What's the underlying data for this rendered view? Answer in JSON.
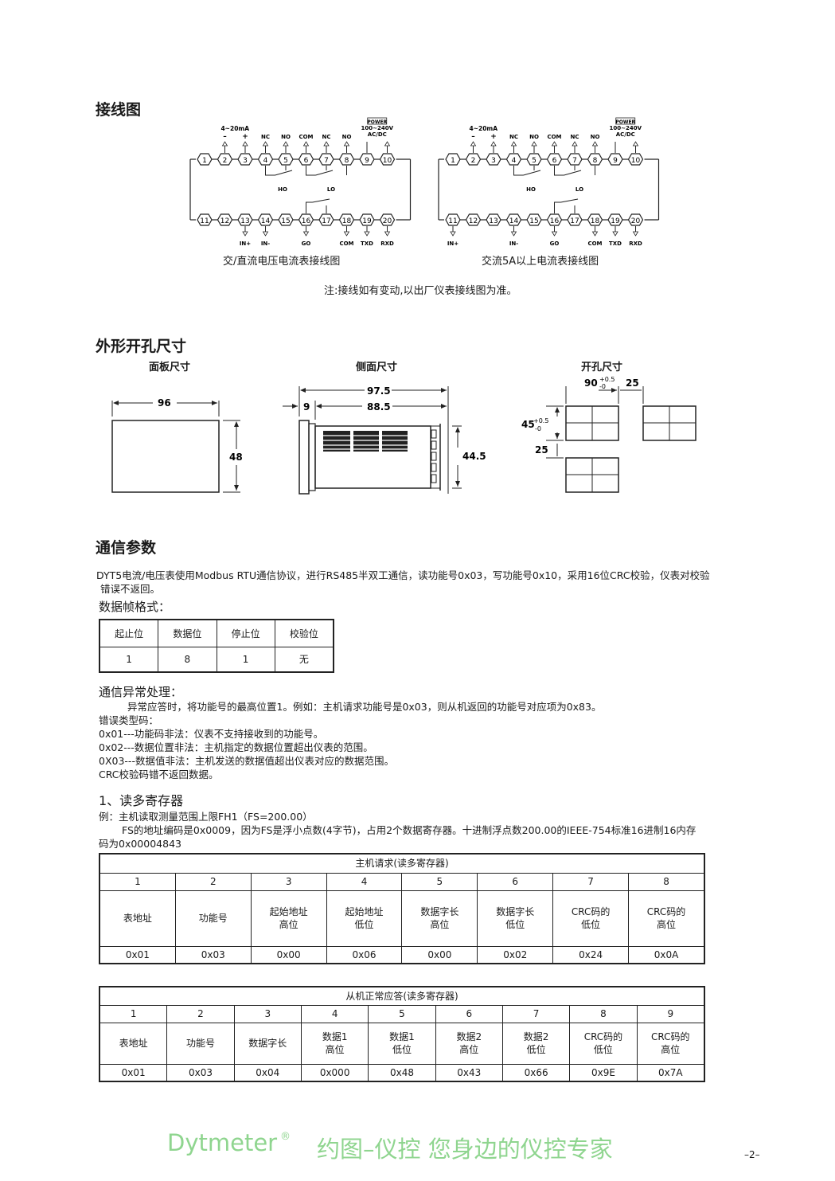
{
  "sections": {
    "wiring_title": "接线图",
    "dimensions_title": "外形开孔尺寸",
    "comm_title": "通信参数"
  },
  "wiring": {
    "left_caption": "交/直流电压电流表接线图",
    "right_caption": "交流5A以上电流表接线图",
    "note": "注:接线如有变动,以出厂仪表接线图为准。",
    "left_input_label": "4~20mA",
    "right_input_label": "4~20mA",
    "minus": "–",
    "plus": "+",
    "power_box": "POWER",
    "power_range": "100~240V",
    "power_type": "AC/DC",
    "top_labels": [
      "NC",
      "NO",
      "COM",
      "NC",
      "NO"
    ],
    "relay_labels": [
      "HO",
      "LO"
    ],
    "left_bottom_labels": [
      "IN+",
      "IN-",
      "GO",
      "COM",
      "TXD",
      "RXD"
    ],
    "right_bottom_labels": [
      "IN+",
      "IN-",
      "GO",
      "COM",
      "TXD",
      "RXD"
    ],
    "top_terminals": [
      "1",
      "2",
      "3",
      "4",
      "5",
      "6",
      "7",
      "8",
      "9",
      "10"
    ],
    "bottom_terminals": [
      "11",
      "12",
      "13",
      "14",
      "15",
      "16",
      "17",
      "18",
      "19",
      "20"
    ]
  },
  "dimensions": {
    "panel_title": "面板尺寸",
    "side_title": "侧面尺寸",
    "cutout_title": "开孔尺寸",
    "panel_w": "96",
    "panel_h": "48",
    "side_total": "97.5",
    "side_body": "88.5",
    "side_front": "9",
    "side_h": "44.5",
    "cut_w": "90",
    "cut_w_tol_up": "+0.5",
    "cut_w_tol_dn": "-0",
    "cut_gap": "25",
    "cut_h": "45",
    "cut_h_tol_up": "+0.5",
    "cut_h_tol_dn": "-0",
    "cut_vgap": "25"
  },
  "comm": {
    "intro_line1": "DYT5电流/电压表使用Modbus RTU通信协议，进行RS485半双工通信，读功能号0x03，写功能号0x10，采用16位CRC校验，仪表对校验",
    "intro_line2": "错误不返回。",
    "frame_title": "数据帧格式：",
    "frame_headers": [
      "起止位",
      "数据位",
      "停止位",
      "校验位"
    ],
    "frame_values": [
      "1",
      "8",
      "1",
      "无"
    ],
    "error_title": "通信异常处理：",
    "error_line1": "异常应答时，将功能号的最高位置1。例如：主机请求功能号是0x03，则从机返回的功能号对应项为0x83。",
    "error_line2": "错误类型码：",
    "error_line3": "0x01---功能码非法：仪表不支持接收到的功能号。",
    "error_line4": "0x02---数据位置非法：主机指定的数据位置超出仪表的范围。",
    "error_line5": "0X03---数据值非法：主机发送的数据值超出仪表对应的数据范围。",
    "error_line6": "CRC校验码错不返回数据。",
    "read_title": "1、读多寄存器",
    "example_line1": "例：主机读取测量范围上限FH1（FS=200.00）",
    "example_line2": "FS的地址编码是0x0009，因为FS是浮小点数(4字节)，占用2个数据寄存器。十进制浮点数200.00的IEEE-754标准16进制16内存",
    "example_line3": "码为0x00004843"
  },
  "request_table": {
    "title": "主机请求(读多寄存器)",
    "numbers": [
      "1",
      "2",
      "3",
      "4",
      "5",
      "6",
      "7",
      "8"
    ],
    "names": [
      [
        "表地址"
      ],
      [
        "功能号"
      ],
      [
        "起始地址",
        "高位"
      ],
      [
        "起始地址",
        "低位"
      ],
      [
        "数据字长",
        "高位"
      ],
      [
        "数据字长",
        "低位"
      ],
      [
        "CRC码的",
        "低位"
      ],
      [
        "CRC码的",
        "高位"
      ]
    ],
    "values": [
      "0x01",
      "0x03",
      "0x00",
      "0x06",
      "0x00",
      "0x02",
      "0x24",
      "0x0A"
    ]
  },
  "response_table": {
    "title": "从机正常应答(读多寄存器)",
    "numbers": [
      "1",
      "2",
      "3",
      "4",
      "5",
      "6",
      "7",
      "8",
      "9"
    ],
    "names": [
      [
        "表地址"
      ],
      [
        "功能号"
      ],
      [
        "数据字长"
      ],
      [
        "数据1",
        "高位"
      ],
      [
        "数据1",
        "低位"
      ],
      [
        "数据2",
        "高位"
      ],
      [
        "数据2",
        "低位"
      ],
      [
        "CRC码的",
        "低位"
      ],
      [
        "CRC码的",
        "高位"
      ]
    ],
    "values": [
      "0x01",
      "0x03",
      "0x04",
      "0x000",
      "0x48",
      "0x43",
      "0x66",
      "0x9E",
      "0x7A"
    ]
  },
  "footer": {
    "brand": "Dytmeter",
    "reg": "®",
    "slogan": "约图–仪控  您身边的仪控专家",
    "page": "–2–"
  }
}
